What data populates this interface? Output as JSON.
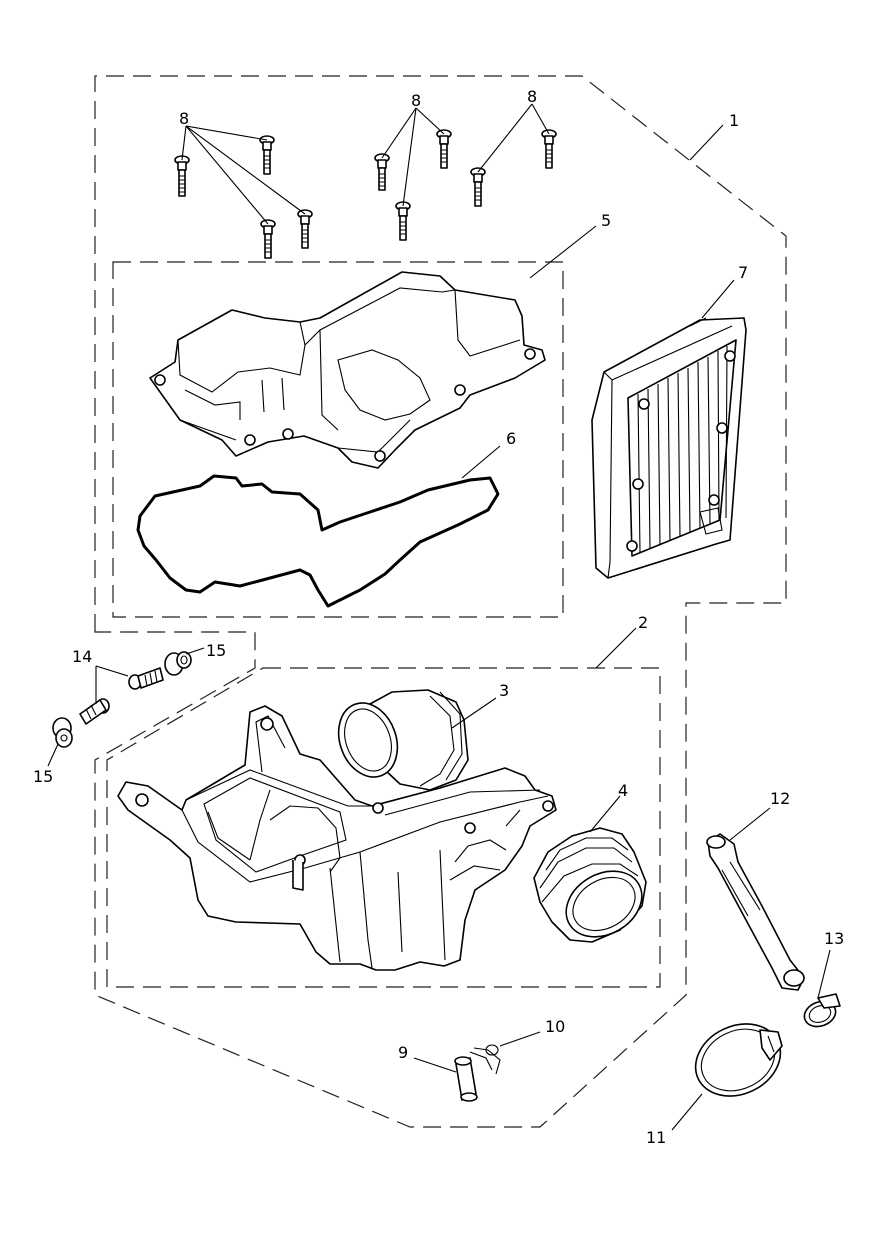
{
  "diagram": {
    "callouts": [
      {
        "id": "1",
        "text": "1"
      },
      {
        "id": "2",
        "text": "2"
      },
      {
        "id": "3",
        "text": "3"
      },
      {
        "id": "4",
        "text": "4"
      },
      {
        "id": "5",
        "text": "5"
      },
      {
        "id": "6",
        "text": "6"
      },
      {
        "id": "7",
        "text": "7"
      },
      {
        "id": "8a",
        "text": "8"
      },
      {
        "id": "8b",
        "text": "8"
      },
      {
        "id": "8c",
        "text": "8"
      },
      {
        "id": "9",
        "text": "9"
      },
      {
        "id": "10",
        "text": "10"
      },
      {
        "id": "11",
        "text": "11"
      },
      {
        "id": "12",
        "text": "12"
      },
      {
        "id": "13",
        "text": "13"
      },
      {
        "id": "14",
        "text": "14"
      },
      {
        "id": "15a",
        "text": "15"
      },
      {
        "id": "15b",
        "text": "15"
      }
    ]
  }
}
